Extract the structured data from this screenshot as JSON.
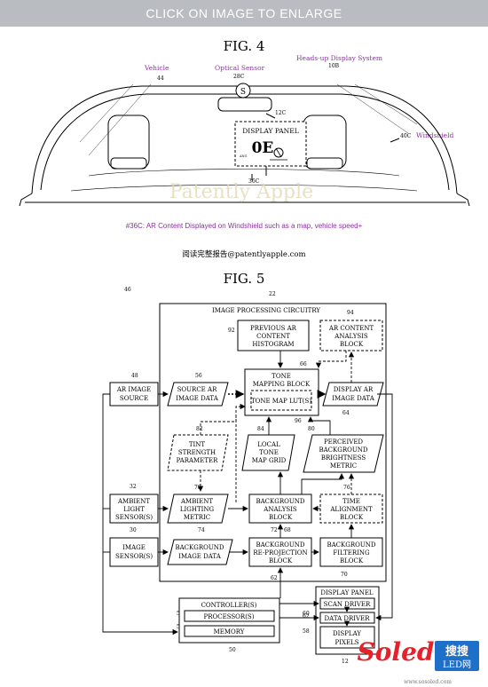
{
  "banner": {
    "label": "CLICK ON IMAGE TO ENLARGE"
  },
  "fig4": {
    "title": "FIG. 4",
    "labels": {
      "vehicle": "Vehicle",
      "vehicle_ref": "44",
      "optical_sensor": "Optical Sensor",
      "optical_sensor_ref": "28C",
      "hud_system": "Heads-up Display System",
      "hud_ref": "10B",
      "windshield": "Windshield",
      "windshield_ref": "40C",
      "panel_ref": "12C",
      "display_panel": "DISPLAY PANEL",
      "speed_value": "0E",
      "ar_ref": "36C",
      "sensor_glyph": "S",
      "small_label": "ANG"
    },
    "caption": "#36C: AR Content Displayed on Windshield such as a map, vehicle speed+",
    "watermark": "Patently Apple"
  },
  "source_line": "阅读完整报告@patentlyapple.com",
  "fig5": {
    "title": "FIG. 5",
    "refs": {
      "r46": "46",
      "r22": "22",
      "r92": "92",
      "r94": "94",
      "r66": "66",
      "r48": "48",
      "r56": "56",
      "r64": "64",
      "r96": "96",
      "r82": "82",
      "r84": "84",
      "r80": "80",
      "r32": "32",
      "r78": "78",
      "r76": "76",
      "r72": "72",
      "r68": "68",
      "r30": "30",
      "r74": "74",
      "r62": "62",
      "r70": "70",
      "r52": "52",
      "r54": "54",
      "r50": "50",
      "r60": "60",
      "r58": "58",
      "r12": "12"
    },
    "circuitry_title": "IMAGE PROCESSING CIRCUITRY",
    "blocks": {
      "prev_hist": [
        "PREVIOUS AR",
        "CONTENT",
        "HISTOGRAM"
      ],
      "ar_analysis": [
        "AR CONTENT",
        "ANALYSIS",
        "BLOCK"
      ],
      "tone_mapping": [
        "TONE",
        "MAPPING BLOCK"
      ],
      "tone_lut": "TONE MAP LUT(S)",
      "ar_source": [
        "AR IMAGE",
        "SOURCE"
      ],
      "source_ar": [
        "SOURCE AR",
        "IMAGE DATA"
      ],
      "display_ar": [
        "DISPLAY AR",
        "IMAGE DATA"
      ],
      "tint": [
        "TINT",
        "STRENGTH",
        "PARAMETER"
      ],
      "local_tone": [
        "LOCAL",
        "TONE",
        "MAP GRID"
      ],
      "perceived": [
        "PERCEIVED",
        "BACKGROUND",
        "BRIGHTNESS",
        "METRIC"
      ],
      "ambient_sensor": [
        "AMBIENT",
        "LIGHT",
        "SENSOR(S)"
      ],
      "ambient_metric": [
        "AMBIENT",
        "LIGHTING",
        "METRIC"
      ],
      "bg_analysis": [
        "BACKGROUND",
        "ANALYSIS",
        "BLOCK"
      ],
      "time_align": [
        "TIME",
        "ALIGNMENT",
        "BLOCK"
      ],
      "image_sensor": [
        "IMAGE",
        "SENSOR(S)"
      ],
      "bg_image": [
        "BACKGROUND",
        "IMAGE DATA"
      ],
      "bg_reproj": [
        "BACKGROUND",
        "RE-PROJECTION",
        "BLOCK"
      ],
      "bg_filter": [
        "BACKGROUND",
        "FILTERING",
        "BLOCK"
      ],
      "controller": "CONTROLLER(S)",
      "processor": "PROCESSOR(S)",
      "memory": "MEMORY",
      "display_panel": "DISPLAY PANEL",
      "scan_driver": "SCAN DRIVER",
      "data_driver": "DATA DRIVER",
      "display_pixels": [
        "DISPLAY",
        "PIXELS"
      ]
    }
  },
  "logo": {
    "brand": "Soled",
    "cn": "搜搜",
    "cn2": "LED网",
    "url": "www.sosoled.com"
  },
  "colors": {
    "banner": "#b9bcc0",
    "accent_purple": "#8b2fa3",
    "logo_red": "#e8202a",
    "logo_blue": "#1e6fc8"
  }
}
